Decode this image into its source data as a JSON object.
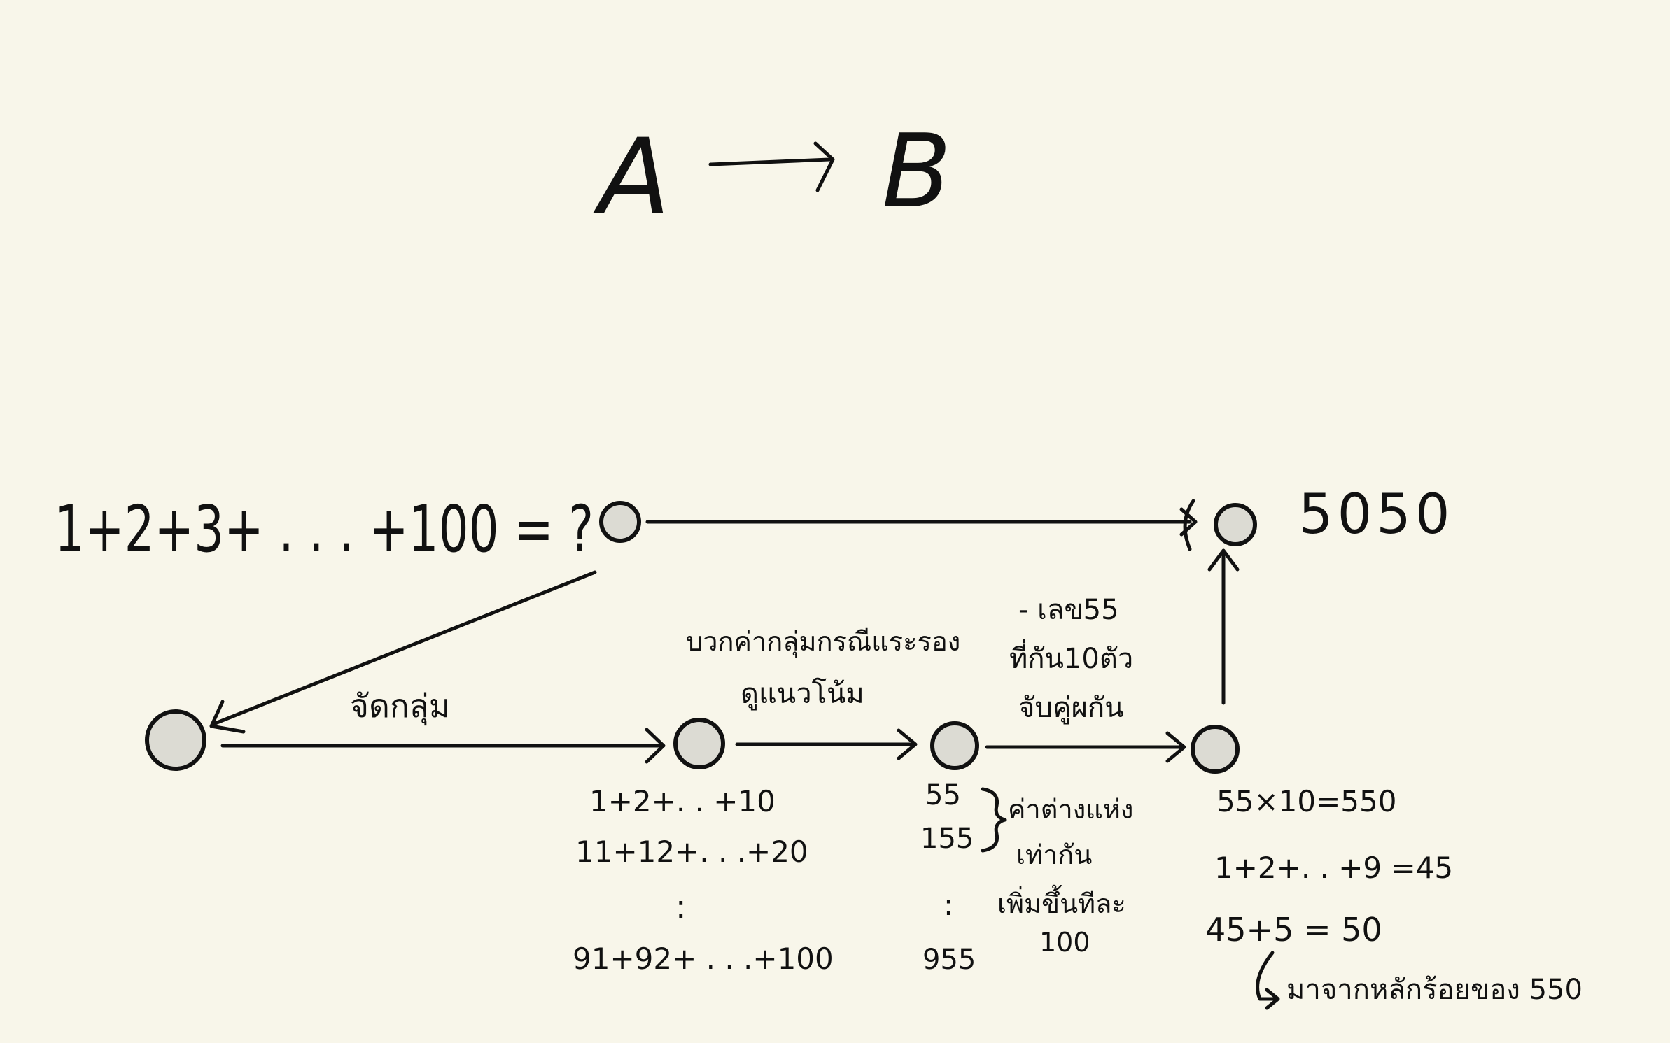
{
  "title": {
    "from": "A",
    "to": "B"
  },
  "start_expression": "1+2+3+ . . . +100 = ?",
  "result": "5050",
  "edges": {
    "group_label": "จัดกลุ่ม",
    "sum_label": [
      "บวกค่ากลุ่มกรณีแระรอง",
      "ดูแนวโน้ม"
    ],
    "pair_label": [
      "- เลข55",
      "ที่กัน10ตัว",
      "จับคู่ผกัน"
    ]
  },
  "groups": [
    "1+2+. . +10",
    "11+12+. . .+20",
    ":",
    "91+92+ . . .+100"
  ],
  "group_sums": {
    "values": [
      "55",
      "155",
      ":",
      "955"
    ],
    "note": [
      "ค่าต่างแห่ง",
      "เท่ากัน",
      "เพิ่มขึ้นทีละ",
      "100"
    ]
  },
  "final_calc": [
    "55×10=550",
    "1+2+. . +9 =45",
    "45+5 = 50"
  ],
  "final_note": "มาจากหลักร้อยของ 550"
}
